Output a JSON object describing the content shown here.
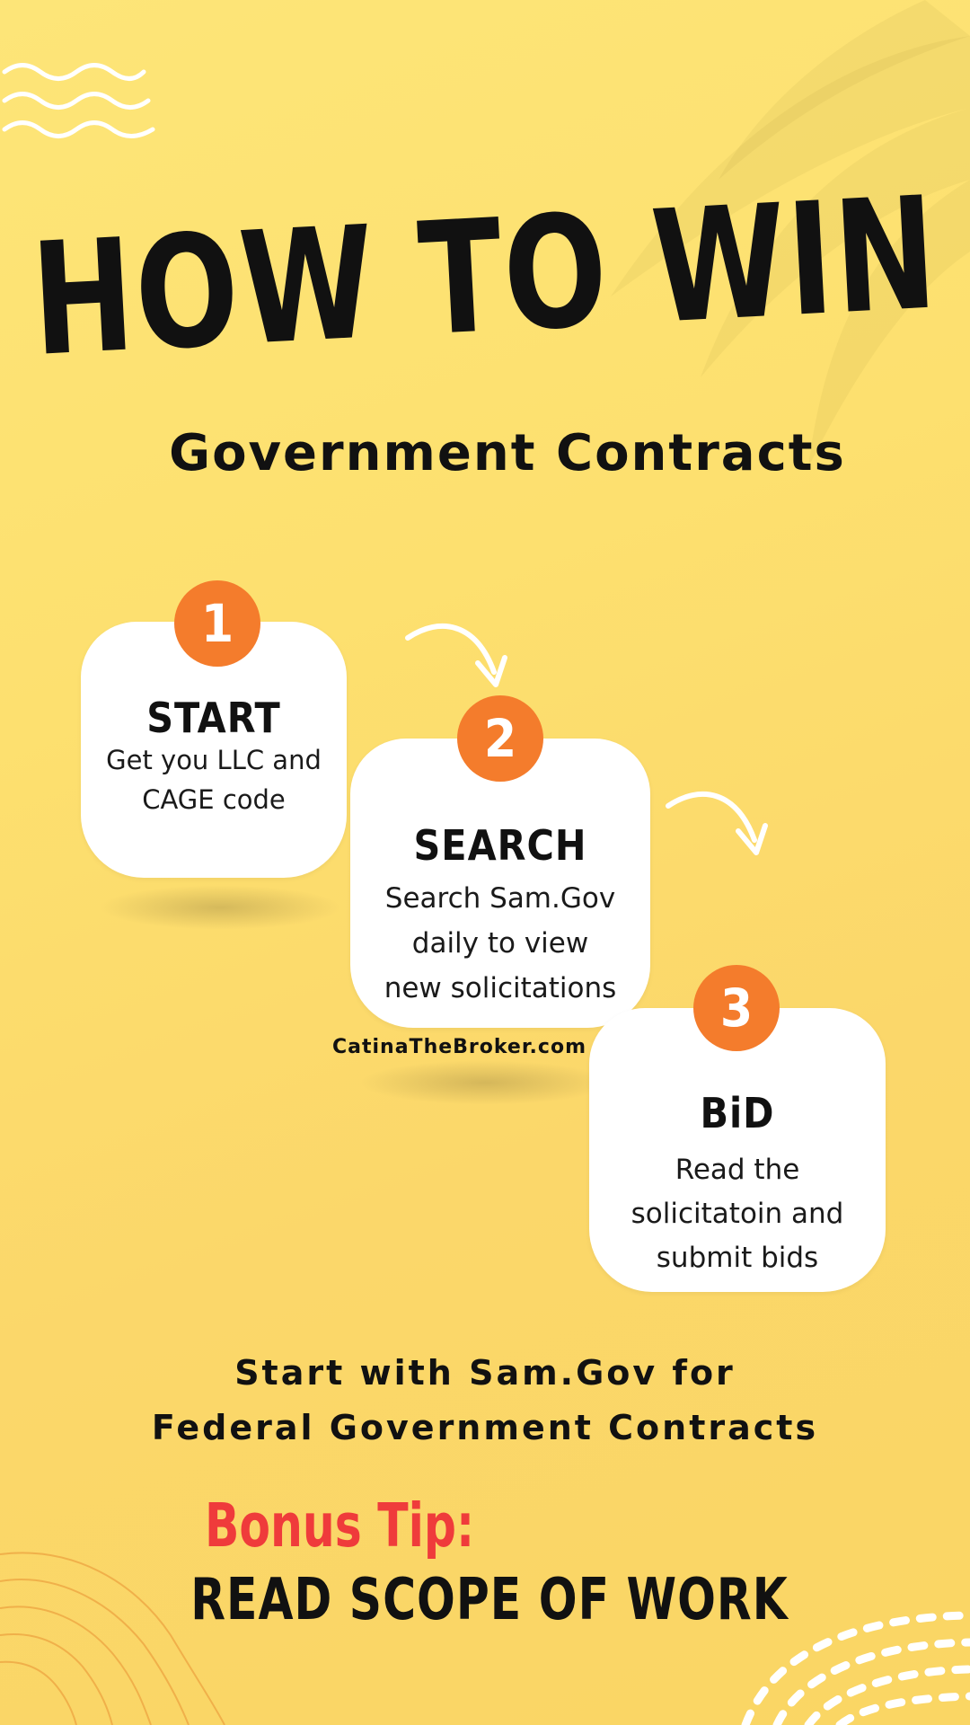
{
  "title": "HOW TO WIN",
  "subtitle": "Government Contracts",
  "steps": [
    {
      "number": "1",
      "title": "START",
      "description_lines": [
        "Get you LLC and",
        "CAGE code"
      ]
    },
    {
      "number": "2",
      "title": "SEARCH",
      "description_lines": [
        "Search Sam.Gov",
        "daily to view",
        "new solicitations"
      ]
    },
    {
      "number": "3",
      "title": "BiD",
      "description_lines": [
        "Read the",
        "solicitatoin and",
        "submit bids"
      ]
    }
  ],
  "website": "CatinaTheBroker.com",
  "cta_lines": [
    "Start with Sam.Gov for",
    "Federal Government Contracts"
  ],
  "bonus_label": "Bonus Tip:",
  "bonus_text": "READ SCOPE OF WORK",
  "colors": {
    "background": "#fde478",
    "badge": "#f47c2c",
    "bonus_label": "#ef3b3b",
    "text": "#111111",
    "card": "#ffffff"
  },
  "icons": [
    "wave-lines-decoration",
    "palm-leaf-shadow",
    "curved-arrow-icon",
    "contour-lines-decoration",
    "dashed-arcs-decoration"
  ]
}
